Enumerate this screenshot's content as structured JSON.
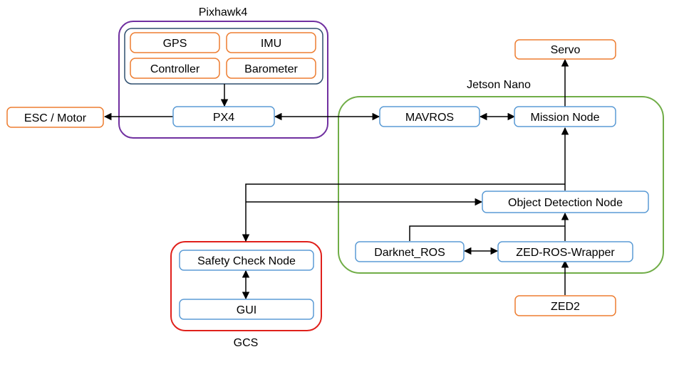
{
  "colors": {
    "orange": "#ED7D31",
    "blue": "#5B9BD5",
    "dark_blue": "#2F4F6F",
    "purple": "#7030A0",
    "green": "#70AD47",
    "red": "#E0201B",
    "edge": "#000000"
  },
  "groups": {
    "pixhawk": {
      "label": "Pixhawk4"
    },
    "jetson": {
      "label": "Jetson Nano"
    },
    "gcs": {
      "label": "GCS"
    }
  },
  "nodes": {
    "gps": "GPS",
    "imu": "IMU",
    "controller": "Controller",
    "barometer": "Barometer",
    "px4": "PX4",
    "esc_motor": "ESC / Motor",
    "mavros": "MAVROS",
    "mission_node": "Mission Node",
    "servo": "Servo",
    "object_detection": "Object Detection Node",
    "darknet_ros": "Darknet_ROS",
    "zed_ros_wrapper": "ZED-ROS-Wrapper",
    "zed2": "ZED2",
    "safety_check": "Safety Check Node",
    "gui": "GUI"
  }
}
